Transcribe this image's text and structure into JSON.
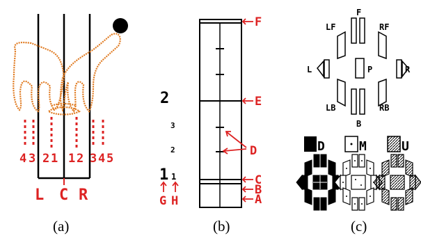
{
  "colors": {
    "red": "#dd2222",
    "orange": "#e07a20",
    "black": "#000000",
    "gray": "#555555"
  },
  "panel_a": {
    "caption": "(a)",
    "lane_numbers": [
      "4",
      "3",
      "2",
      "1",
      "1",
      "2",
      "3",
      "4",
      "5"
    ],
    "lane_letters": [
      "L",
      "C",
      "R"
    ]
  },
  "panel_b": {
    "caption": "(b)",
    "big_numbers": [
      "2",
      "3",
      "2",
      "1",
      "1"
    ],
    "arrow_labels": {
      "F": "F",
      "E": "E",
      "D": "D",
      "C": "C",
      "B": "B",
      "A": "A"
    },
    "bottom_labels": [
      "G",
      "H"
    ]
  },
  "panel_c": {
    "caption": "(c)",
    "positions": {
      "F": "F",
      "LF": "LF",
      "RF": "RF",
      "L": "L",
      "P": "P",
      "R": "R",
      "LB": "LB",
      "RB": "RB",
      "B": "B"
    },
    "legend": [
      {
        "key": "D",
        "style": "solid"
      },
      {
        "key": "M",
        "style": "dot"
      },
      {
        "key": "U",
        "style": "hatched"
      }
    ]
  }
}
